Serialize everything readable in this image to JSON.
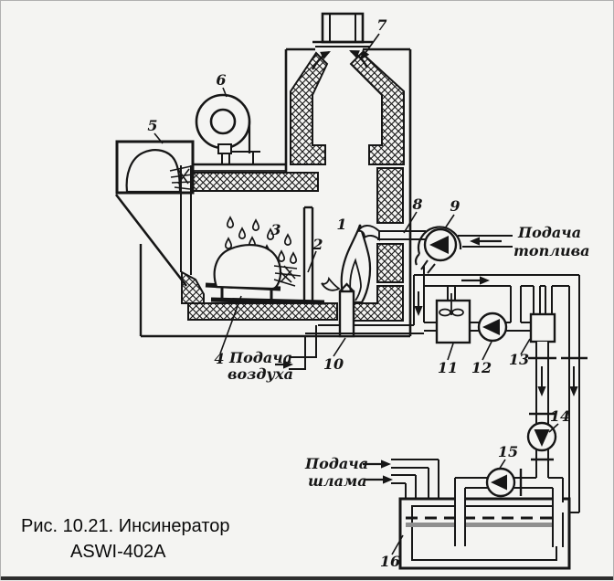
{
  "caption": {
    "line1": "Рис. 10.21. Инсинератор",
    "line2": "ASWI-402A"
  },
  "labels": {
    "fuel1": "Подача",
    "fuel2": "топлива",
    "air1": "Подача",
    "air2": "воздуха",
    "sludge1": "Подача",
    "sludge2": "шлама"
  },
  "parts": {
    "p1": "1",
    "p2": "2",
    "p3": "3",
    "p4": "4",
    "p5": "5",
    "p6": "6",
    "p7": "7",
    "p8": "8",
    "p9": "9",
    "p10": "10",
    "p11": "11",
    "p12": "12",
    "p13": "13",
    "p14": "14",
    "p15": "15",
    "p16": "16"
  },
  "colors": {
    "ink": "#161616",
    "paper": "#f4f4f2",
    "liquid_band": "#8f8f8f",
    "frame_bottom": "#2e2e2e"
  }
}
